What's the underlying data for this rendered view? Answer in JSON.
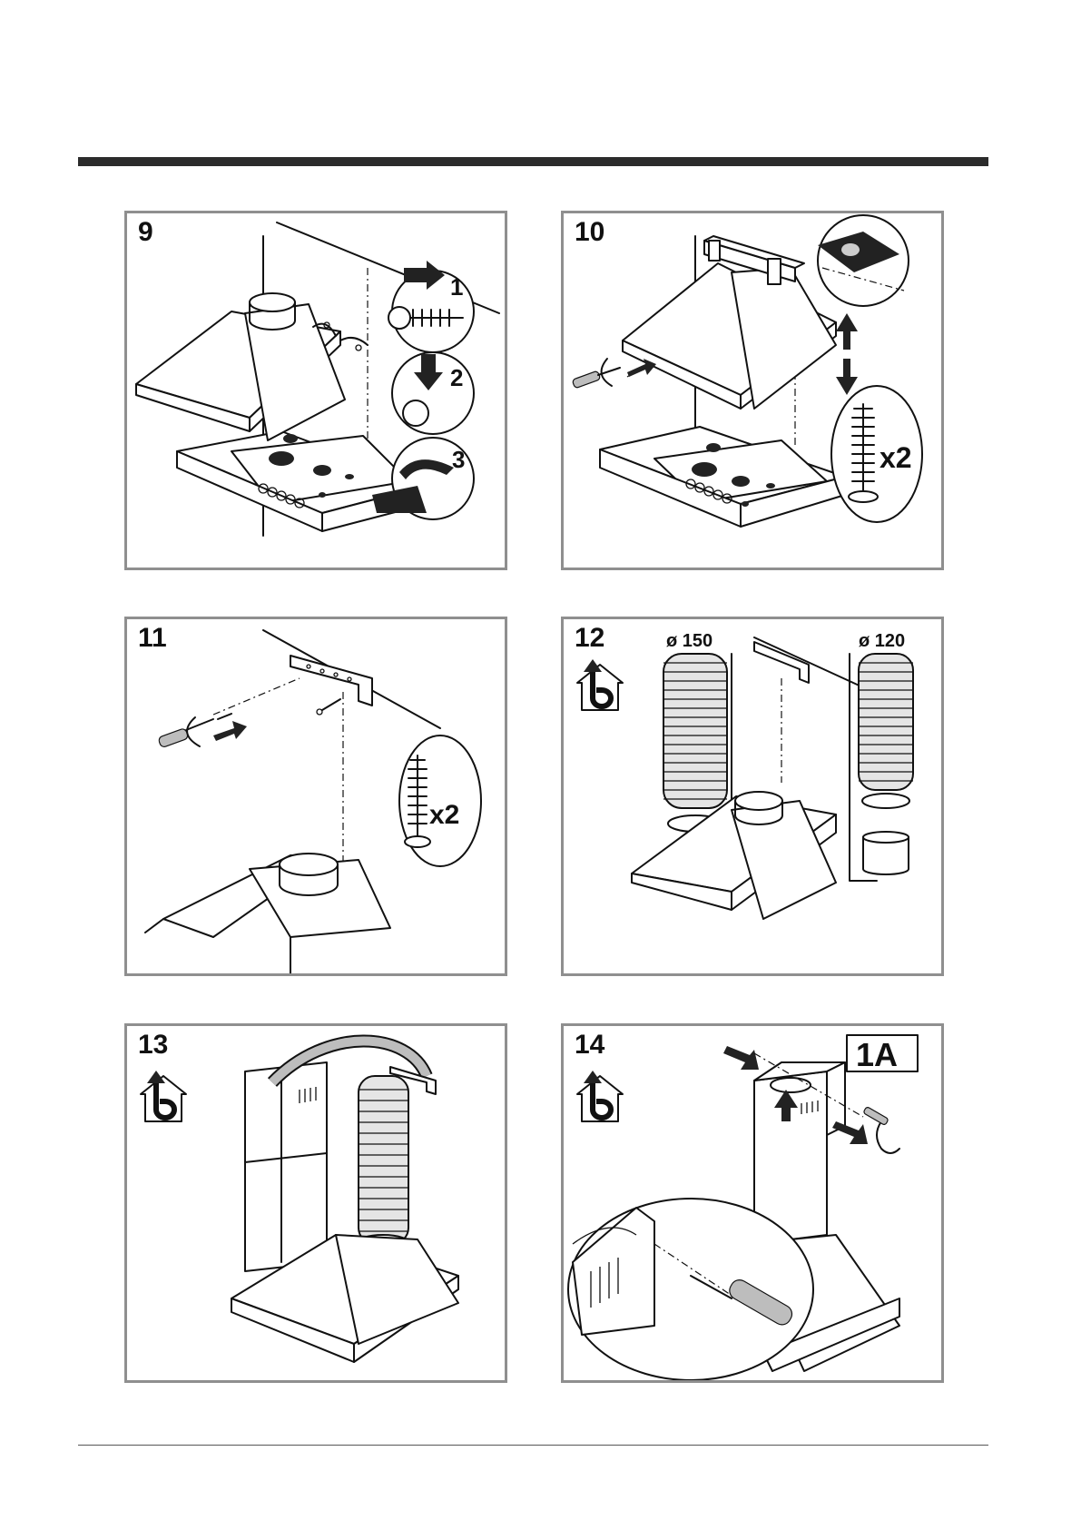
{
  "steps": [
    {
      "number": "9",
      "callouts": [
        "1",
        "2",
        "3"
      ]
    },
    {
      "number": "10",
      "callouts": [
        "x2"
      ]
    },
    {
      "number": "11",
      "callouts": [
        "x2"
      ]
    },
    {
      "number": "12",
      "callouts": [
        "ø 150",
        "ø 120"
      ],
      "icon": "home-exhaust-icon"
    },
    {
      "number": "13",
      "callouts": [],
      "icon": "home-exhaust-icon"
    },
    {
      "number": "14",
      "callouts": [
        "1A"
      ],
      "icon": "home-exhaust-icon"
    }
  ]
}
